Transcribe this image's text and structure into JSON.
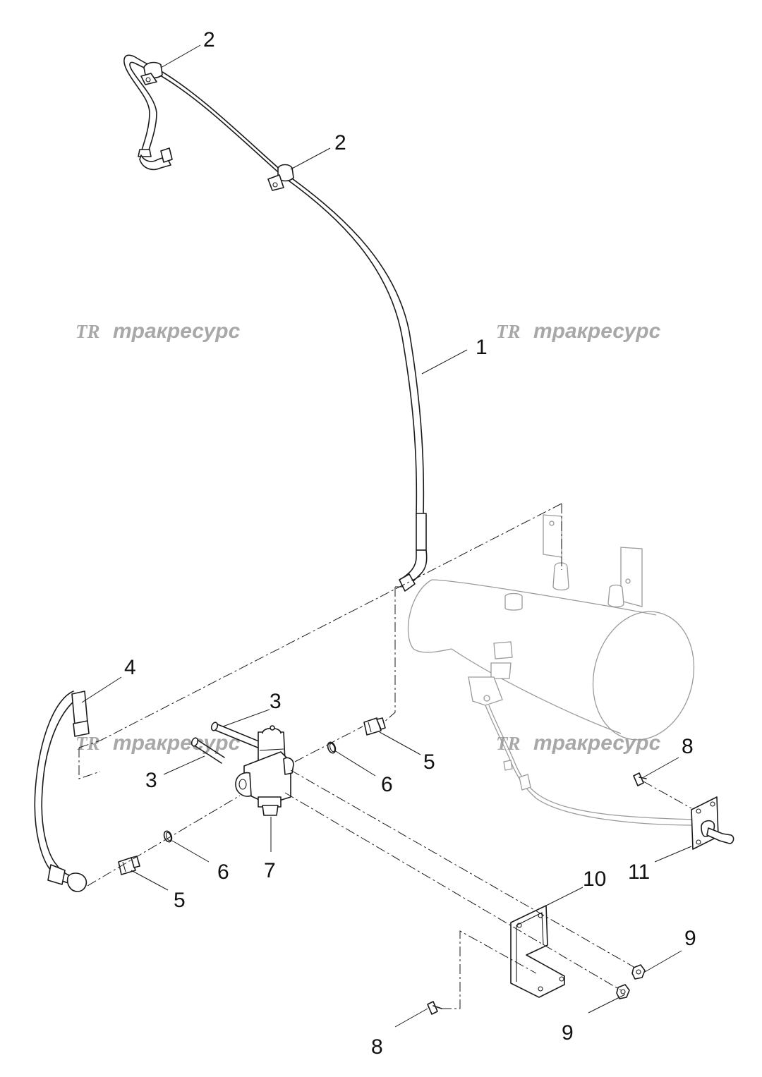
{
  "watermark": {
    "logo": "TR",
    "text": "тракресурс"
  },
  "callouts": [
    {
      "id": "c1",
      "label": "1"
    },
    {
      "id": "c2a",
      "label": "2"
    },
    {
      "id": "c2b",
      "label": "2"
    },
    {
      "id": "c3a",
      "label": "3"
    },
    {
      "id": "c3b",
      "label": "3"
    },
    {
      "id": "c4",
      "label": "4"
    },
    {
      "id": "c5a",
      "label": "5"
    },
    {
      "id": "c5b",
      "label": "5"
    },
    {
      "id": "c6a",
      "label": "6"
    },
    {
      "id": "c6b",
      "label": "6"
    },
    {
      "id": "c7",
      "label": "7"
    },
    {
      "id": "c8a",
      "label": "8"
    },
    {
      "id": "c8b",
      "label": "8"
    },
    {
      "id": "c9a",
      "label": "9"
    },
    {
      "id": "c9b",
      "label": "9"
    },
    {
      "id": "c10",
      "label": "10"
    },
    {
      "id": "c11",
      "label": "11"
    }
  ]
}
